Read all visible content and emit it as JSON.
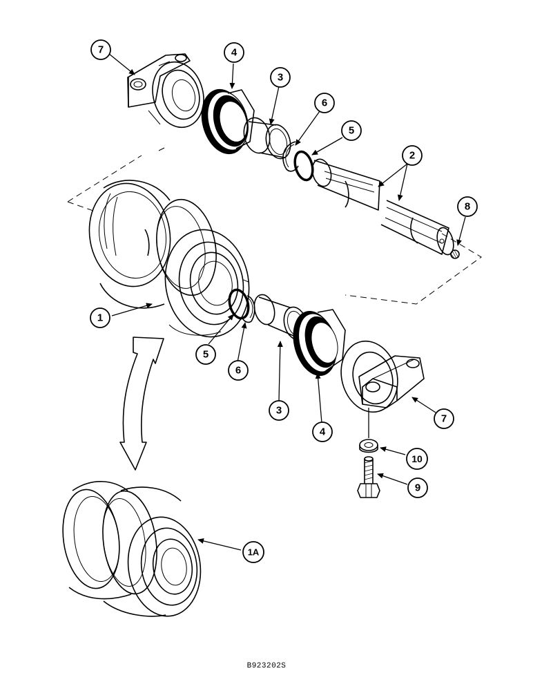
{
  "figure_code": "B923202S",
  "callouts": {
    "c7_top": "7",
    "c4_top": "4",
    "c3_top": "3",
    "c6_top": "6",
    "c5_top": "5",
    "c2": "2",
    "c8": "8",
    "c1": "1",
    "c5_bot": "5",
    "c6_bot": "6",
    "c3_bot": "3",
    "c4_bot": "4",
    "c7_bot": "7",
    "c10": "10",
    "c9": "9",
    "c1a": "1A"
  }
}
